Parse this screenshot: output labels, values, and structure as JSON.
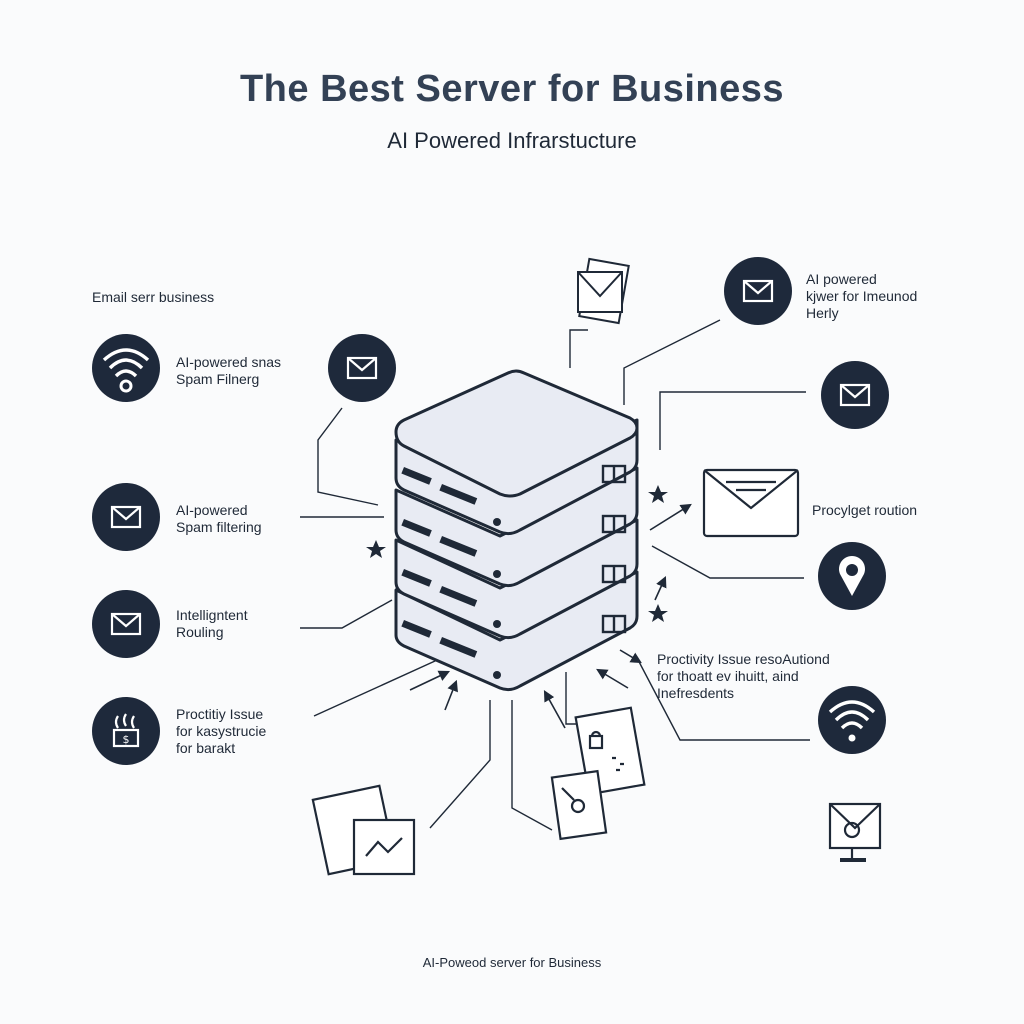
{
  "header": {
    "title": "The Best Server for Business",
    "subtitle": "AI Powered Infrarstucture"
  },
  "footer": {
    "caption": "AI-Poweod server for Business"
  },
  "labels": {
    "email_server": "Email serr business",
    "spam_top_line1": "AI-powered snas",
    "spam_top_line2": "Spam Filnerg",
    "spam_mid_line1": "AI-powered",
    "spam_mid_line2": "Spam filtering",
    "routing_line1": "Intelligntent",
    "routing_line2": "Rouling",
    "proactivity_left_line1": "Proctitiy Issue",
    "proactivity_left_line2": "for kasystrucie",
    "proactivity_left_line3": "for barakt",
    "ai_powered_right_line1": "AI powered",
    "ai_powered_right_line2": "kjwer for Imeunod",
    "ai_powered_right_line3": "Herly",
    "proactive_routing": "Procylget roution",
    "proactivity_right_line1": "Proctivity Issue resoAutiond",
    "proactivity_right_line2": "for thoatt ev ihuitt, aind",
    "proactivity_right_line3": "Inefresdents"
  },
  "icons": {
    "left": [
      "wifi-lock-icon",
      "mail-icon",
      "mail-icon",
      "mail-icon",
      "heat-warning-icon"
    ],
    "right": [
      "mail-icon",
      "mail-icon",
      "location-pin-icon",
      "wifi-icon"
    ],
    "outline": [
      "envelope-stack-icon",
      "large-envelope-icon",
      "envelope-pair-icon",
      "lock-card-icon",
      "photo-card-icon",
      "mail-monitor-icon"
    ]
  },
  "colors": {
    "navy": "#1e293b",
    "line": "#1f2937",
    "server_fill": "#e8ebf3",
    "background": "#fafbfc"
  }
}
